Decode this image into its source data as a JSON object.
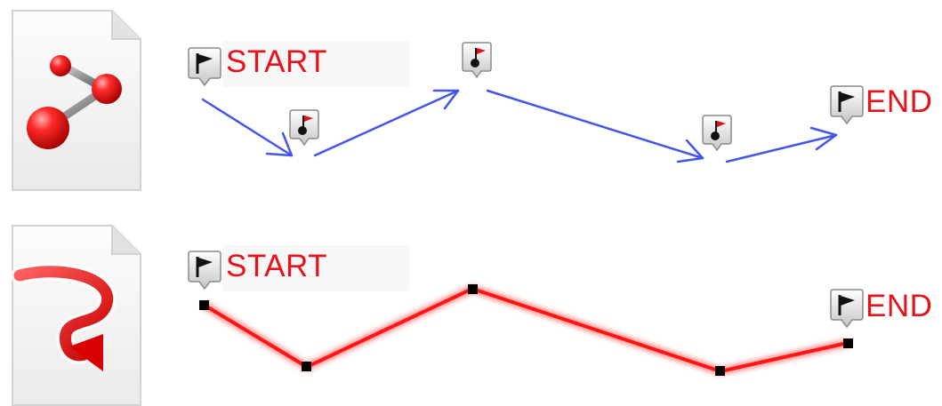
{
  "colors": {
    "label_red": "#e8121b",
    "arrow_blue": "#4455ee",
    "route_red": "#ff1515",
    "point_black": "#000000",
    "flag_red": "#e01010",
    "flag_black": "#111111"
  },
  "icons": {
    "waypoints_file": "molecule-waypoints-file-icon",
    "route_file": "red-route-arrow-file-icon",
    "start_marker": "black-flag-marker-icon",
    "end_marker": "black-flag-marker-icon",
    "waypoint_marker": "red-flag-waypoint-marker-icon"
  },
  "waypoints_row": {
    "start_label": "START",
    "end_label": "END"
  },
  "route_row": {
    "start_label": "START",
    "end_label": "END"
  }
}
